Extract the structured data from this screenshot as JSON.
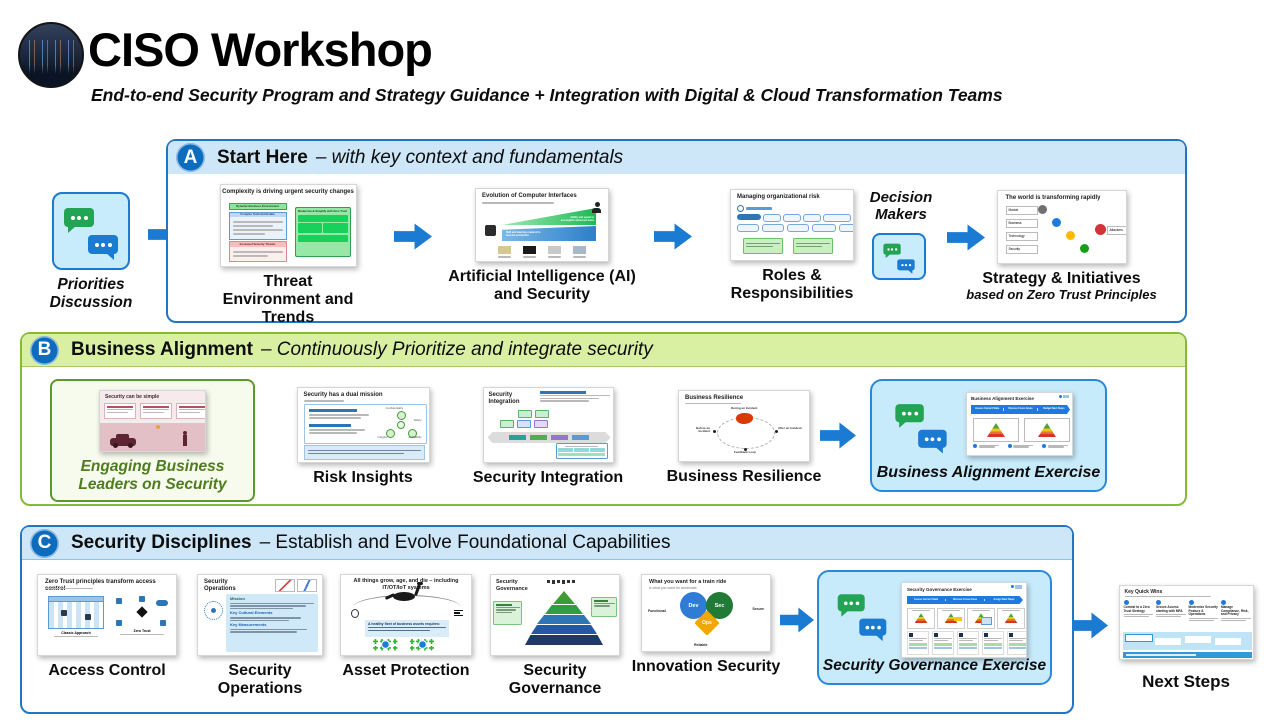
{
  "header": {
    "title": "CISO Workshop",
    "subtitle": "End-to-end Security Program and Strategy Guidance + Integration with Digital & Cloud Transformation Teams",
    "logo": "city-skyline-photo"
  },
  "sections": {
    "a": {
      "letter": "A",
      "title": "Start Here",
      "tagline": "– with key context and fundamentals",
      "priorities_label": "Priorities Discussion",
      "decision_makers_label": "Decision Makers",
      "threat": {
        "caption": "Threat Environment and Trends",
        "slide_title": "Complexity is driving urgent security changes",
        "box1": "Dynamic Business Environment",
        "box2": "Complex Technical Estate",
        "box3": "Increased Security Threats",
        "box4": "Modernize & Simplify with Zero Trust"
      },
      "ai": {
        "caption": "Artificial Intelligence (AI) and Security",
        "slide_title": "Evolution of Computer Interfaces",
        "green_label": "Ability and speed to accomplish advanced tasks",
        "blue_label": "Skill and learning required to become productive"
      },
      "roles": {
        "caption": "Roles & Responsibilities",
        "slide_title": "Managing organizational risk"
      },
      "strategy": {
        "caption": "Strategy & Initiatives",
        "caption_note": "based on Zero Trust Principles",
        "slide_title": "The world is transforming rapidly",
        "rows": [
          "Market",
          "Business",
          "Technology",
          "Security"
        ],
        "attackers": "Attackers"
      }
    },
    "b": {
      "letter": "B",
      "title": "Business Alignment",
      "tagline": "– Continuously Prioritize and integrate security",
      "engage": {
        "caption": "Engaging Business Leaders on Security",
        "slide_title": "Security can be simple"
      },
      "risk": {
        "caption": "Risk Insights",
        "slide_title": "Security has a dual mission",
        "tri": {
          "top": "Confidentiality",
          "right": "Safety",
          "left": "Integrity",
          "bottom": "Availability"
        }
      },
      "integration": {
        "caption": "Security Integration",
        "slide_title": "Security Integration"
      },
      "resilience": {
        "caption": "Business Resilience",
        "slide_title": "Business Resilience",
        "labels": {
          "top": "During an Incident",
          "left": "Before an Incident",
          "right": "After an Incident",
          "bottom": "Feedback Loop"
        }
      },
      "exercise": {
        "caption": "Business Alignment Exercise",
        "slide_title": "Business Alignment Exercise",
        "steps": [
          "Assess Current State",
          "Discuss Focus Areas",
          "Budget Next Steps"
        ]
      }
    },
    "c": {
      "letter": "C",
      "title": "Security Disciplines",
      "tagline": "– Establish and Evolve Foundational Capabilities",
      "access": {
        "caption": "Access Control",
        "slide_title": "Zero Trust principles transform access control",
        "panel_left": "Classic Approach",
        "panel_right": "Zero Trust"
      },
      "secops": {
        "caption": "Security Operations",
        "slide_title": "Security Operations",
        "headings": [
          "Mission",
          "Key Cultural Elements",
          "Key Measurements"
        ]
      },
      "asset": {
        "caption": "Asset Protection",
        "slide_title": "All things grow, age, and die – including IT/OT/IoT systems",
        "note": "A healthy fleet of business assets requires:"
      },
      "governance": {
        "caption": "Security Governance",
        "slide_title": "Security Governance"
      },
      "innovation": {
        "caption": "Innovation Security",
        "slide_title": "What you want for a train ride",
        "slide_subtitle": "is what you want for workloads",
        "dev": "Dev",
        "sec": "Sec",
        "ops": "Ops",
        "labels": {
          "left": "Functional",
          "right": "Secure",
          "bottom": "Reliable"
        }
      },
      "exercise": {
        "caption": "Security Governance Exercise",
        "slide_title": "Security Governance Exercise",
        "steps": [
          "Assess Current State",
          "Discuss Focus Areas",
          "Assign Next Steps"
        ]
      }
    }
  },
  "next_steps": {
    "caption": "Next Steps",
    "slide_title": "Key Quick Wins",
    "columns": [
      "Commit to a Zero Trust Strategy",
      "Secure Access starting with MFA",
      "Modernize Security Posture & Operations",
      "Manage Compliance, Risk, and Privacy"
    ]
  },
  "colors": {
    "accent_blue": "#1B7AD1",
    "section_blue_border": "#2176C4",
    "section_blue_fill": "#CDE7F9",
    "section_green_border": "#86B939",
    "section_green_fill": "#D9F0A2",
    "exercise_fill": "#C8EBFC",
    "exercise_border": "#2B88D8",
    "chat_green": "#23A455",
    "chat_blue": "#1B7AD1",
    "highlight_border": "#5D9731",
    "highlight_text": "#4E7C1F"
  }
}
